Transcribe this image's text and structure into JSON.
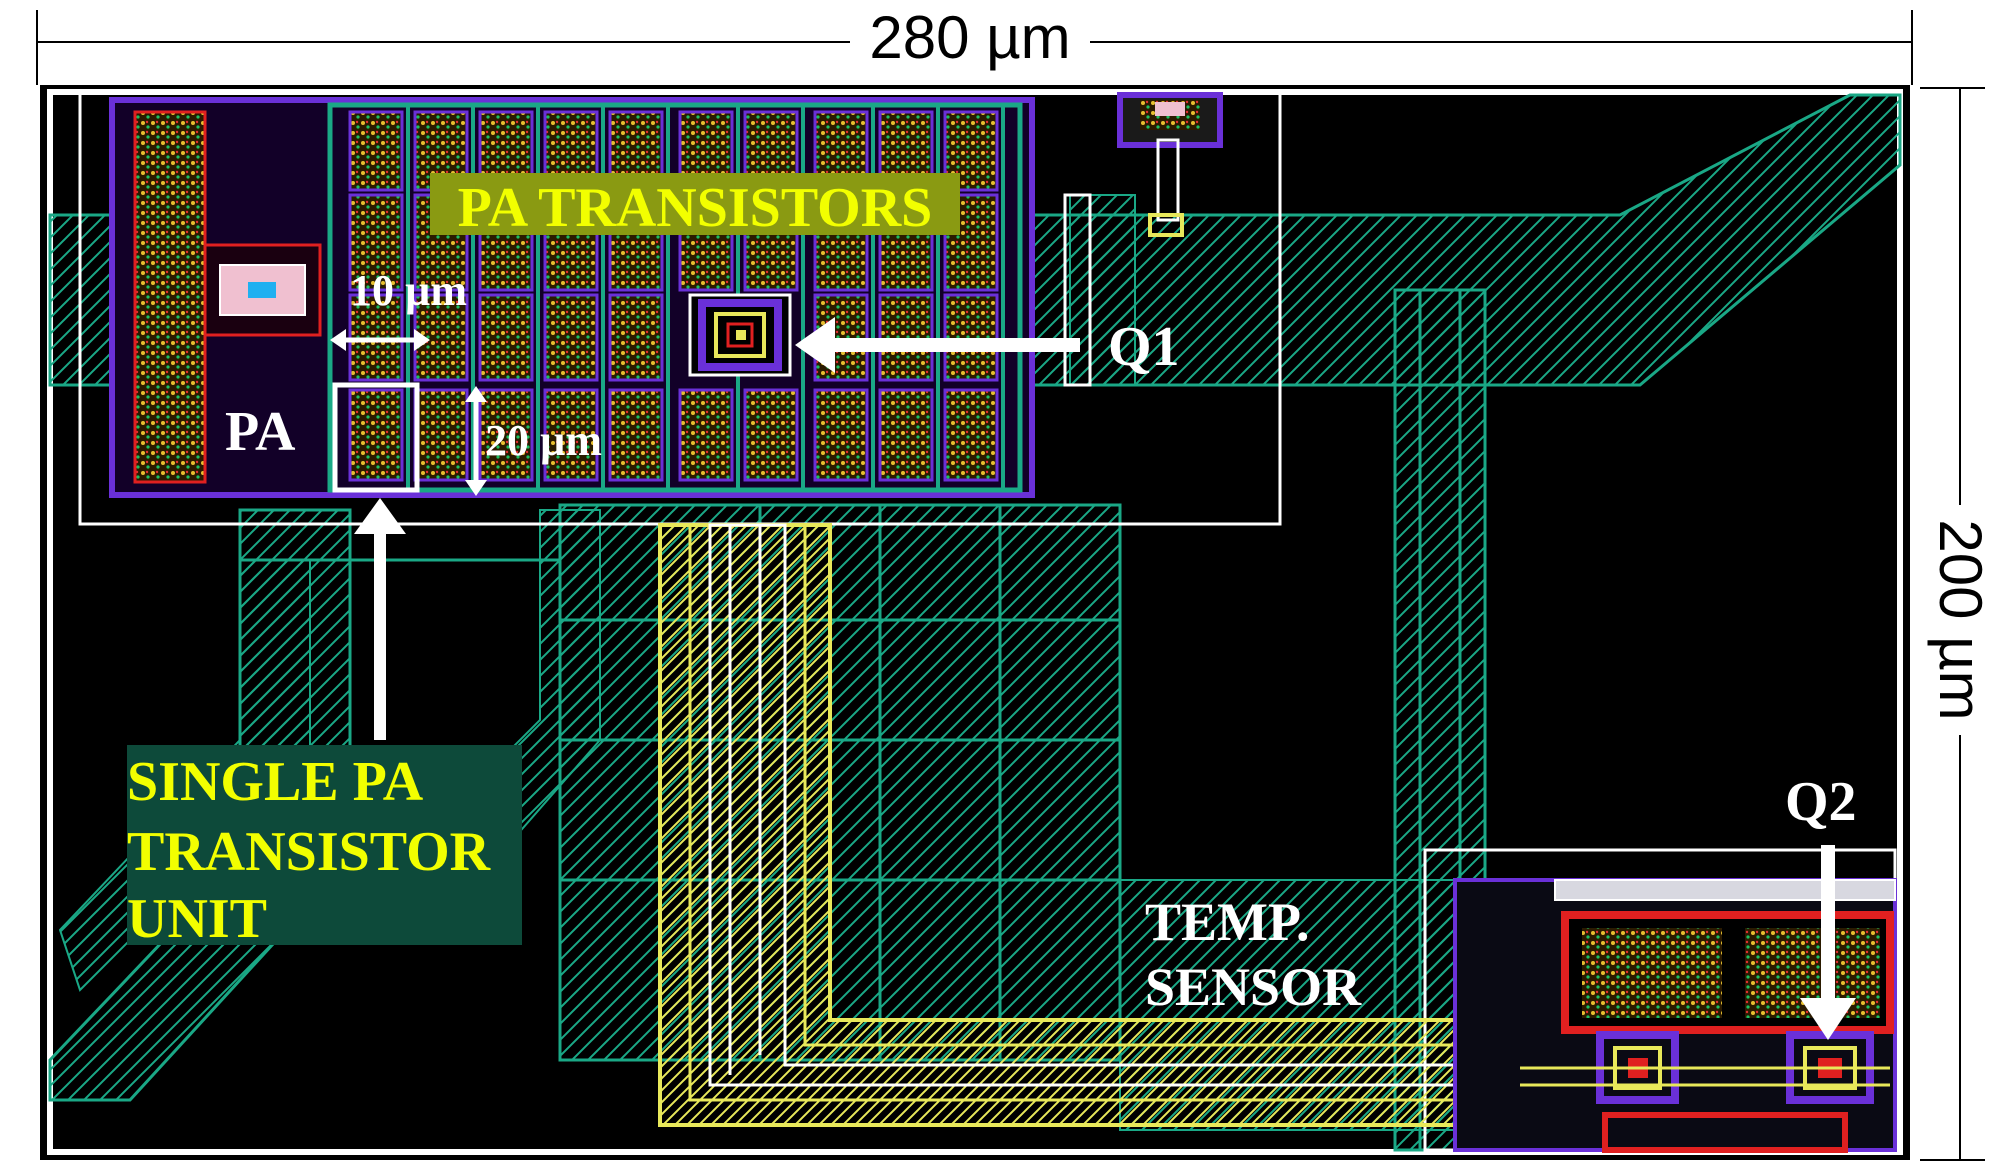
{
  "dimensions": {
    "width_label": "280 µm",
    "height_label": "200 µm",
    "unit_width_label": "10 µm",
    "unit_height_label": "20 µm"
  },
  "labels": {
    "pa_transistors": "PA TRANSISTORS",
    "pa": "PA",
    "q1": "Q1",
    "q2": "Q2",
    "single_unit_lines": [
      "SINGLE PA",
      "TRANSISTOR",
      "UNIT"
    ],
    "temp_sensor_lines": [
      "TEMP.",
      "SENSOR"
    ]
  },
  "colors": {
    "background": "#000000",
    "metal_green": "#1aa886",
    "metal_yellow": "#e8e85a",
    "poly_red": "#e02020",
    "via_purple": "#6a30d8",
    "label_white": "#ffffff",
    "label_yellow": "#f2ff00",
    "pa_label_bg": "#8a9a12",
    "unit_label_bg": "#0d4a3a"
  }
}
